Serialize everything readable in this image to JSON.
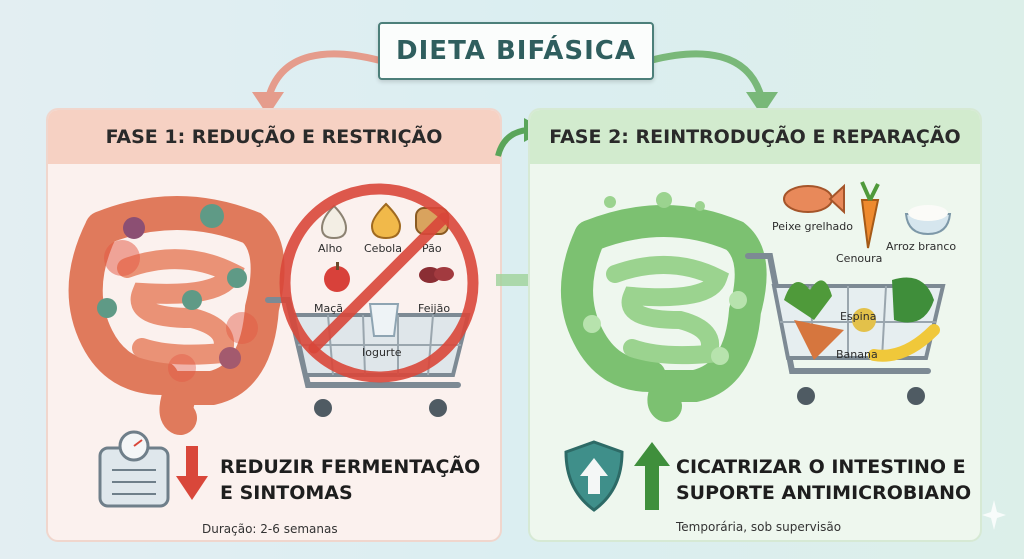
{
  "title": "DIETA BIFÁSICA",
  "phase1": {
    "title": "FASE 1: REDUÇÃO E RESTRIÇÃO",
    "foods": [
      "Alho",
      "Cebola",
      "Pão",
      "Maçã",
      "Feijão",
      "Iogurte"
    ],
    "goal_line1": "REDUZIR FERMENTAÇÃO",
    "goal_line2": "E SINTOMAS",
    "note": "Duração: 2-6 semanas"
  },
  "phase2": {
    "title": "FASE 2: REINTRODUÇÃO E REPARAÇÃO",
    "foods": [
      "Peixe grelhado",
      "Arroz branco",
      "Cenoura",
      "Espina",
      "Banana"
    ],
    "goal_line1": "CICATRIZAR O INTESTINO E",
    "goal_line2": "SUPORTE ANTIMICROBIANO",
    "note": "Temporária, sob supervisão"
  },
  "colors": {
    "phase1_header": "#f6d1c3",
    "phase2_header": "#d2ebce",
    "restrict_red": "#d9473a",
    "heal_green": "#5aa55a"
  }
}
